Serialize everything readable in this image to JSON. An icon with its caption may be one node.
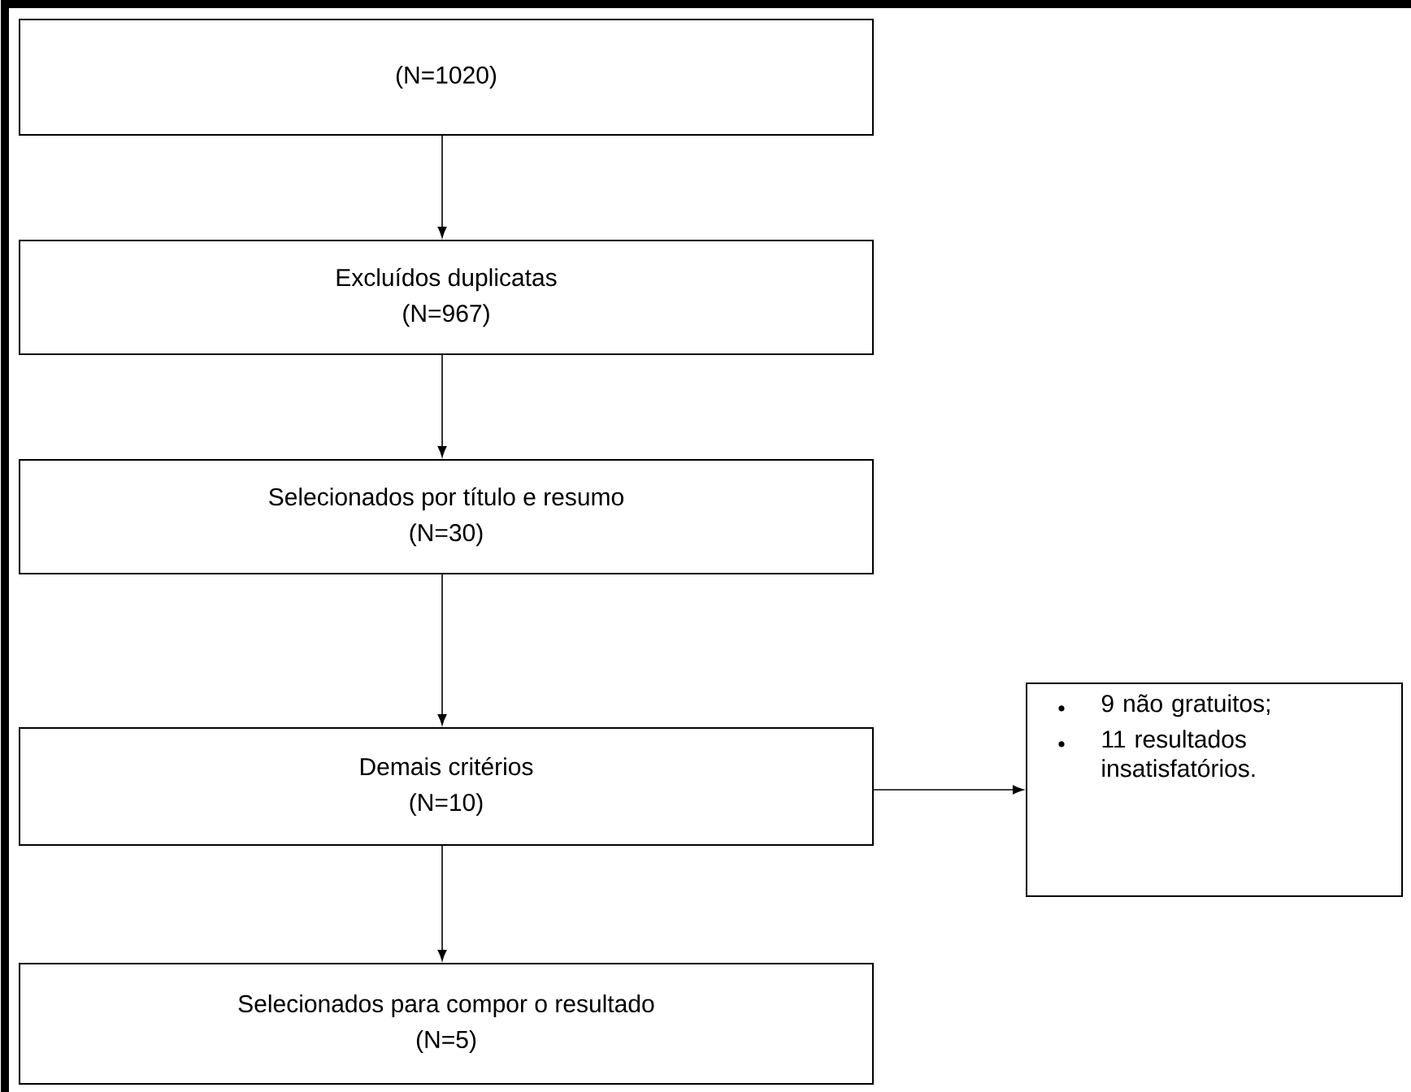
{
  "diagram": {
    "nodes": [
      {
        "text": [
          "(N=1020)"
        ]
      },
      {
        "text": [
          "Excluídos duplicatas",
          "(N=967)"
        ]
      },
      {
        "text": [
          "Selecionados por título e resumo",
          "(N=30)"
        ]
      },
      {
        "text": [
          "Demais critérios",
          "(N=10)"
        ]
      },
      {
        "text": [
          "Selecionados para compor o resultado",
          "(N=5)"
        ]
      },
      {
        "text": [
          "9 não gratuitos;",
          "11 resultados insatisfatórios."
        ]
      }
    ],
    "edges": [
      {
        "from": 0,
        "to": 1,
        "arrow": "to"
      },
      {
        "from": 1,
        "to": 2,
        "arrow": "to"
      },
      {
        "from": 2,
        "to": 3,
        "arrow": "to"
      },
      {
        "from": 3,
        "to": 4,
        "arrow": "to"
      },
      {
        "from": 3,
        "to": 5,
        "arrow": "to"
      }
    ]
  }
}
